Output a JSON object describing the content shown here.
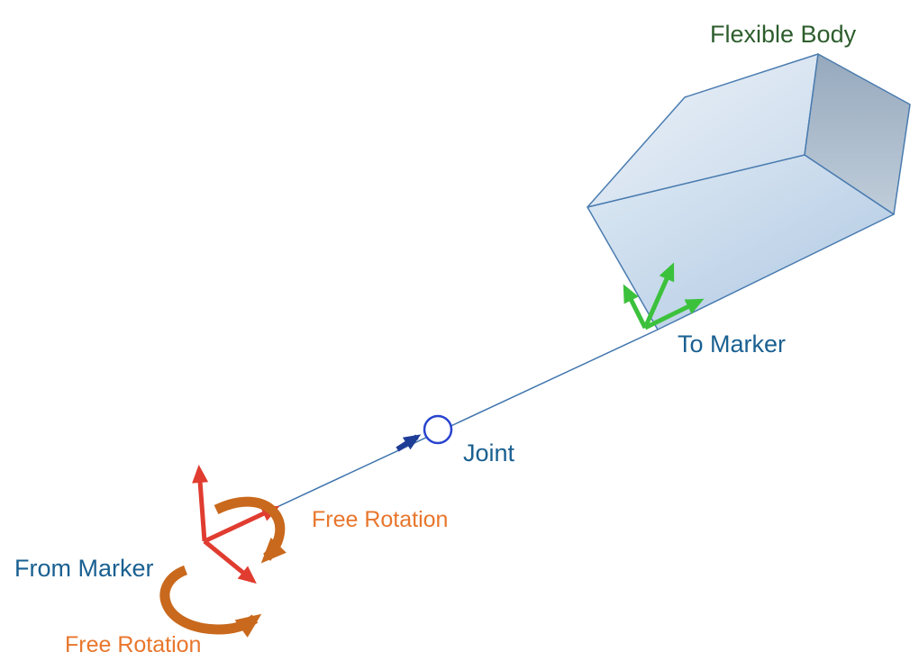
{
  "diagram": {
    "labels": {
      "flexible_body": "Flexible Body",
      "to_marker": "To Marker",
      "joint": "Joint",
      "from_marker": "From Marker",
      "free_rotation_upper": "Free Rotation",
      "free_rotation_lower": "Free Rotation"
    },
    "colors": {
      "label_blue": "#1A6091",
      "label_green": "#2D5D2D",
      "label_orange": "#E8762C",
      "arrow_red": "#E03C30",
      "arrow_green": "#3CC13C",
      "arrow_orange": "#C9691D",
      "joint_blue": "#2743CF",
      "joint_arrow_navy": "#1E3D96",
      "box_stroke": "#4A7CB0",
      "line_blue": "#4176AE"
    }
  }
}
